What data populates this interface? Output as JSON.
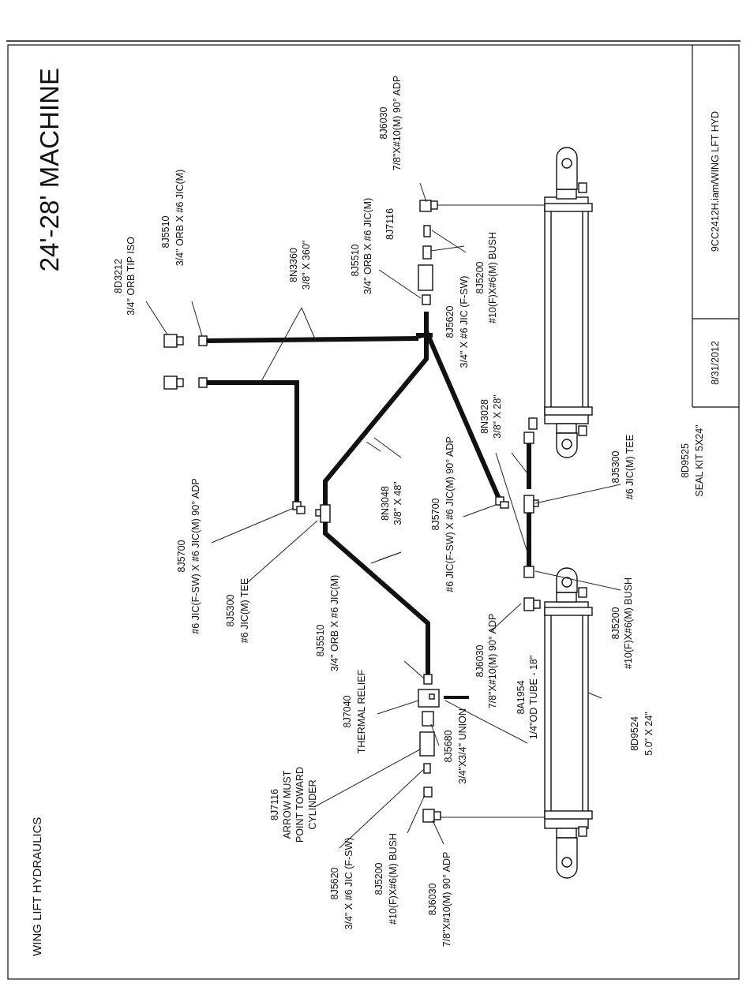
{
  "drawing": {
    "title": "24'-28' MACHINE",
    "subtitle": "WING LIFT HYDRAULICS",
    "file_name": "9CC2412H.iam/WING LFT HYD",
    "date": "8/31/2012"
  },
  "parts": {
    "p_8d3212": {
      "num": "8D3212",
      "desc": "3/4\" ORB TIP ISO"
    },
    "p_8j5510_top": {
      "num": "8J5510",
      "desc": "3/4\" ORB X #6 JIC(M)"
    },
    "p_8n3360": {
      "num": "8N3360",
      "desc": "3/8\" X 360\""
    },
    "p_8j5510_mid": {
      "num": "8J5510",
      "desc1": "3/4\" ORB X #6 JIC(M)",
      "num2": "8J7116"
    },
    "p_8j6030_top": {
      "num": "8J6030",
      "desc": "7/8\"X#10(M) 90° ADP"
    },
    "p_8j5200_top": {
      "num": "8J5200",
      "desc": "#10(F)X#6(M) BUSH"
    },
    "p_8j5620_top": {
      "num": "8J5620",
      "desc": "3/4\" X #6 JIC (F-SW)"
    },
    "p_8n3028": {
      "num": "8N3028",
      "desc": "3/8\" X 28\""
    },
    "p_8j5700_mid": {
      "num": "8J5700",
      "desc": "#6 JIC(F-SW) X #6 JIC(M) 90° ADP"
    },
    "p_8j5300_right": {
      "num": "8J5300",
      "desc": "#6 JIC(M) TEE"
    },
    "p_8d9525": {
      "num": "8D9525",
      "desc": "SEAL KIT 5X24\""
    },
    "p_8j5700_left": {
      "num": "8J5700",
      "desc": "#6 JIC(F-SW) X #6 JIC(M) 90° ADP"
    },
    "p_8j5300_left": {
      "num": "8J5300",
      "desc": "#6 JIC(M) TEE"
    },
    "p_8n3048": {
      "num": "8N3048",
      "desc": "3/8\" X 48\""
    },
    "p_8j5510_low": {
      "num": "8J5510",
      "desc": "3/4\" ORB X #6 JIC(M)"
    },
    "p_8j6030_low": {
      "num": "8J6030",
      "desc": "7/8\"X#10(M) 90° ADP"
    },
    "p_8j5200_right": {
      "num": "8J5200",
      "desc": "#10(F)X#6(M) BUSH"
    },
    "p_8a1954": {
      "num": "8A1954",
      "desc": "1/4\"OD TUBE - 18\""
    },
    "p_8d9524": {
      "num": "8D9524",
      "desc": "5.0\" X 24\""
    },
    "p_8j7040": {
      "num": "8J7040",
      "desc": "THERMAL RELIEF"
    },
    "p_8j5680": {
      "num": "8J5680",
      "desc": "3/4\"X3/4\" UNION"
    },
    "p_8j7116_low": {
      "num": "8J7116",
      "l1": "ARROW MUST",
      "l2": "POINT TOWARD",
      "l3": "CYLINDER"
    },
    "p_8j5620_low": {
      "num": "8J5620",
      "desc": "3/4\" X #6 JIC (F-SW)"
    },
    "p_8j5200_low": {
      "num": "8J5200",
      "desc": "#10(F)X#6(M) BUSH"
    },
    "p_8j6030_bot": {
      "num": "8J6030",
      "desc": "7/8\"X#10(M) 90° ADP"
    }
  }
}
